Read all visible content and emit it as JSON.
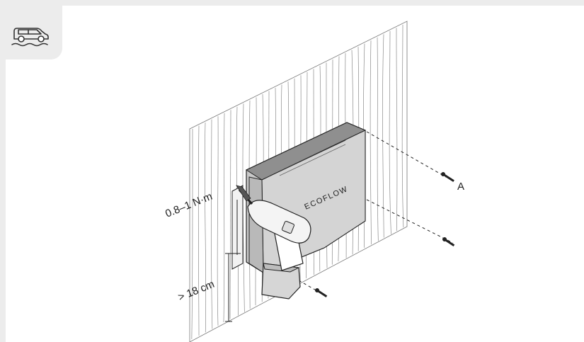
{
  "icons": {
    "mode": "car-on-road-icon",
    "drill": "power-drill-icon",
    "screw": "screw-icon"
  },
  "colors": {
    "background": "#ececec",
    "card": "#ffffff",
    "device": "#cfcfcf",
    "device_dark": "#9a9a9a",
    "line": "#222222"
  },
  "labels": {
    "torque": "0.8–1 N·m",
    "height": "> 18 cm",
    "screw": "A",
    "brand": "ECOFLOW"
  }
}
